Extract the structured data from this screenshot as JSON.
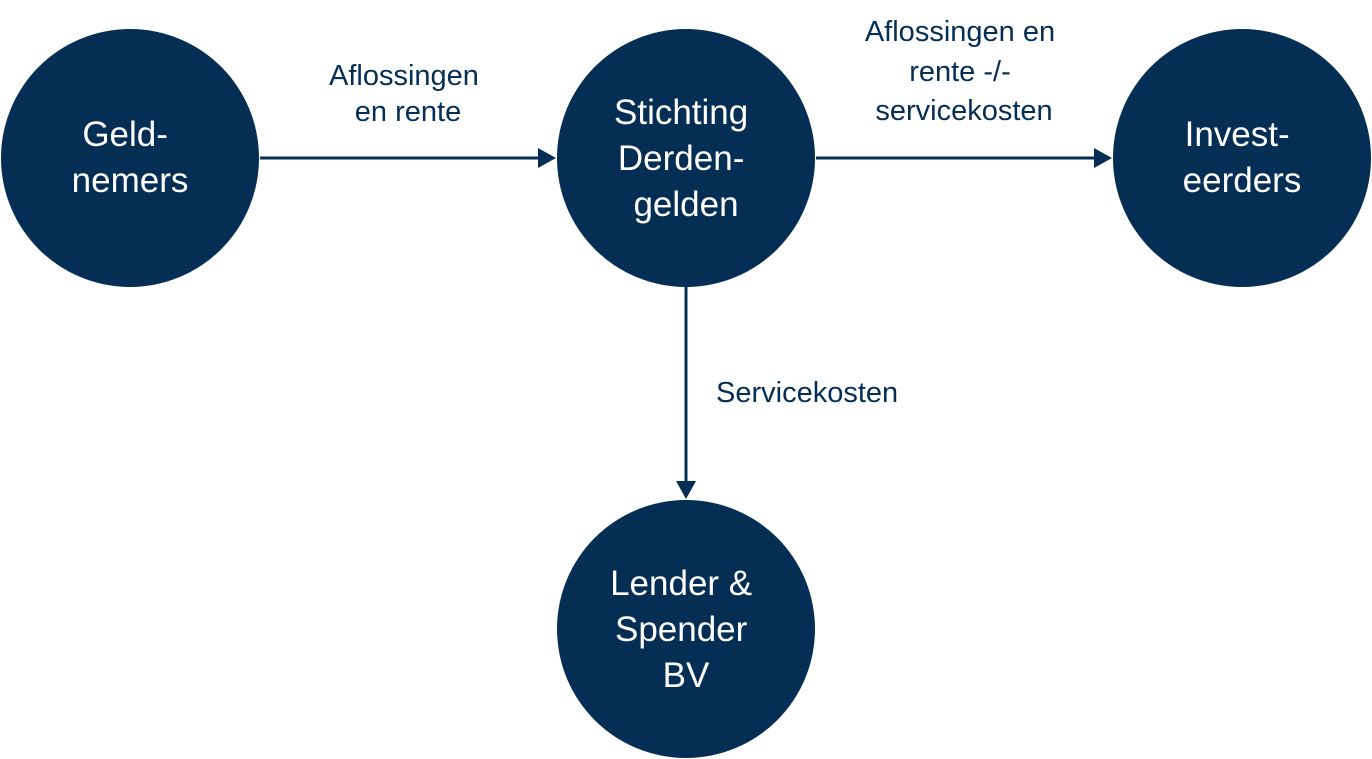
{
  "nodes": {
    "geldnemers": {
      "lines": [
        "Geld-",
        "nemers"
      ]
    },
    "stichting": {
      "lines": [
        "Stichting",
        "Derden-",
        "gelden"
      ]
    },
    "investeerders": {
      "lines": [
        "Invest-",
        "eerders"
      ]
    },
    "lender_spender": {
      "lines": [
        "Lender &",
        "Spender",
        "BV"
      ]
    }
  },
  "edges": {
    "geldnemers_to_stichting": {
      "label_lines": [
        "Aflossingen",
        "en rente"
      ]
    },
    "stichting_to_investeerders": {
      "label_lines": [
        "Aflossingen en",
        "rente -/-",
        "servicekosten"
      ]
    },
    "stichting_to_lender_spender": {
      "label_lines": [
        "Servicekosten"
      ]
    }
  },
  "colors": {
    "node_fill": "#052e55",
    "node_text": "#ffffff",
    "edge": "#052e55"
  }
}
